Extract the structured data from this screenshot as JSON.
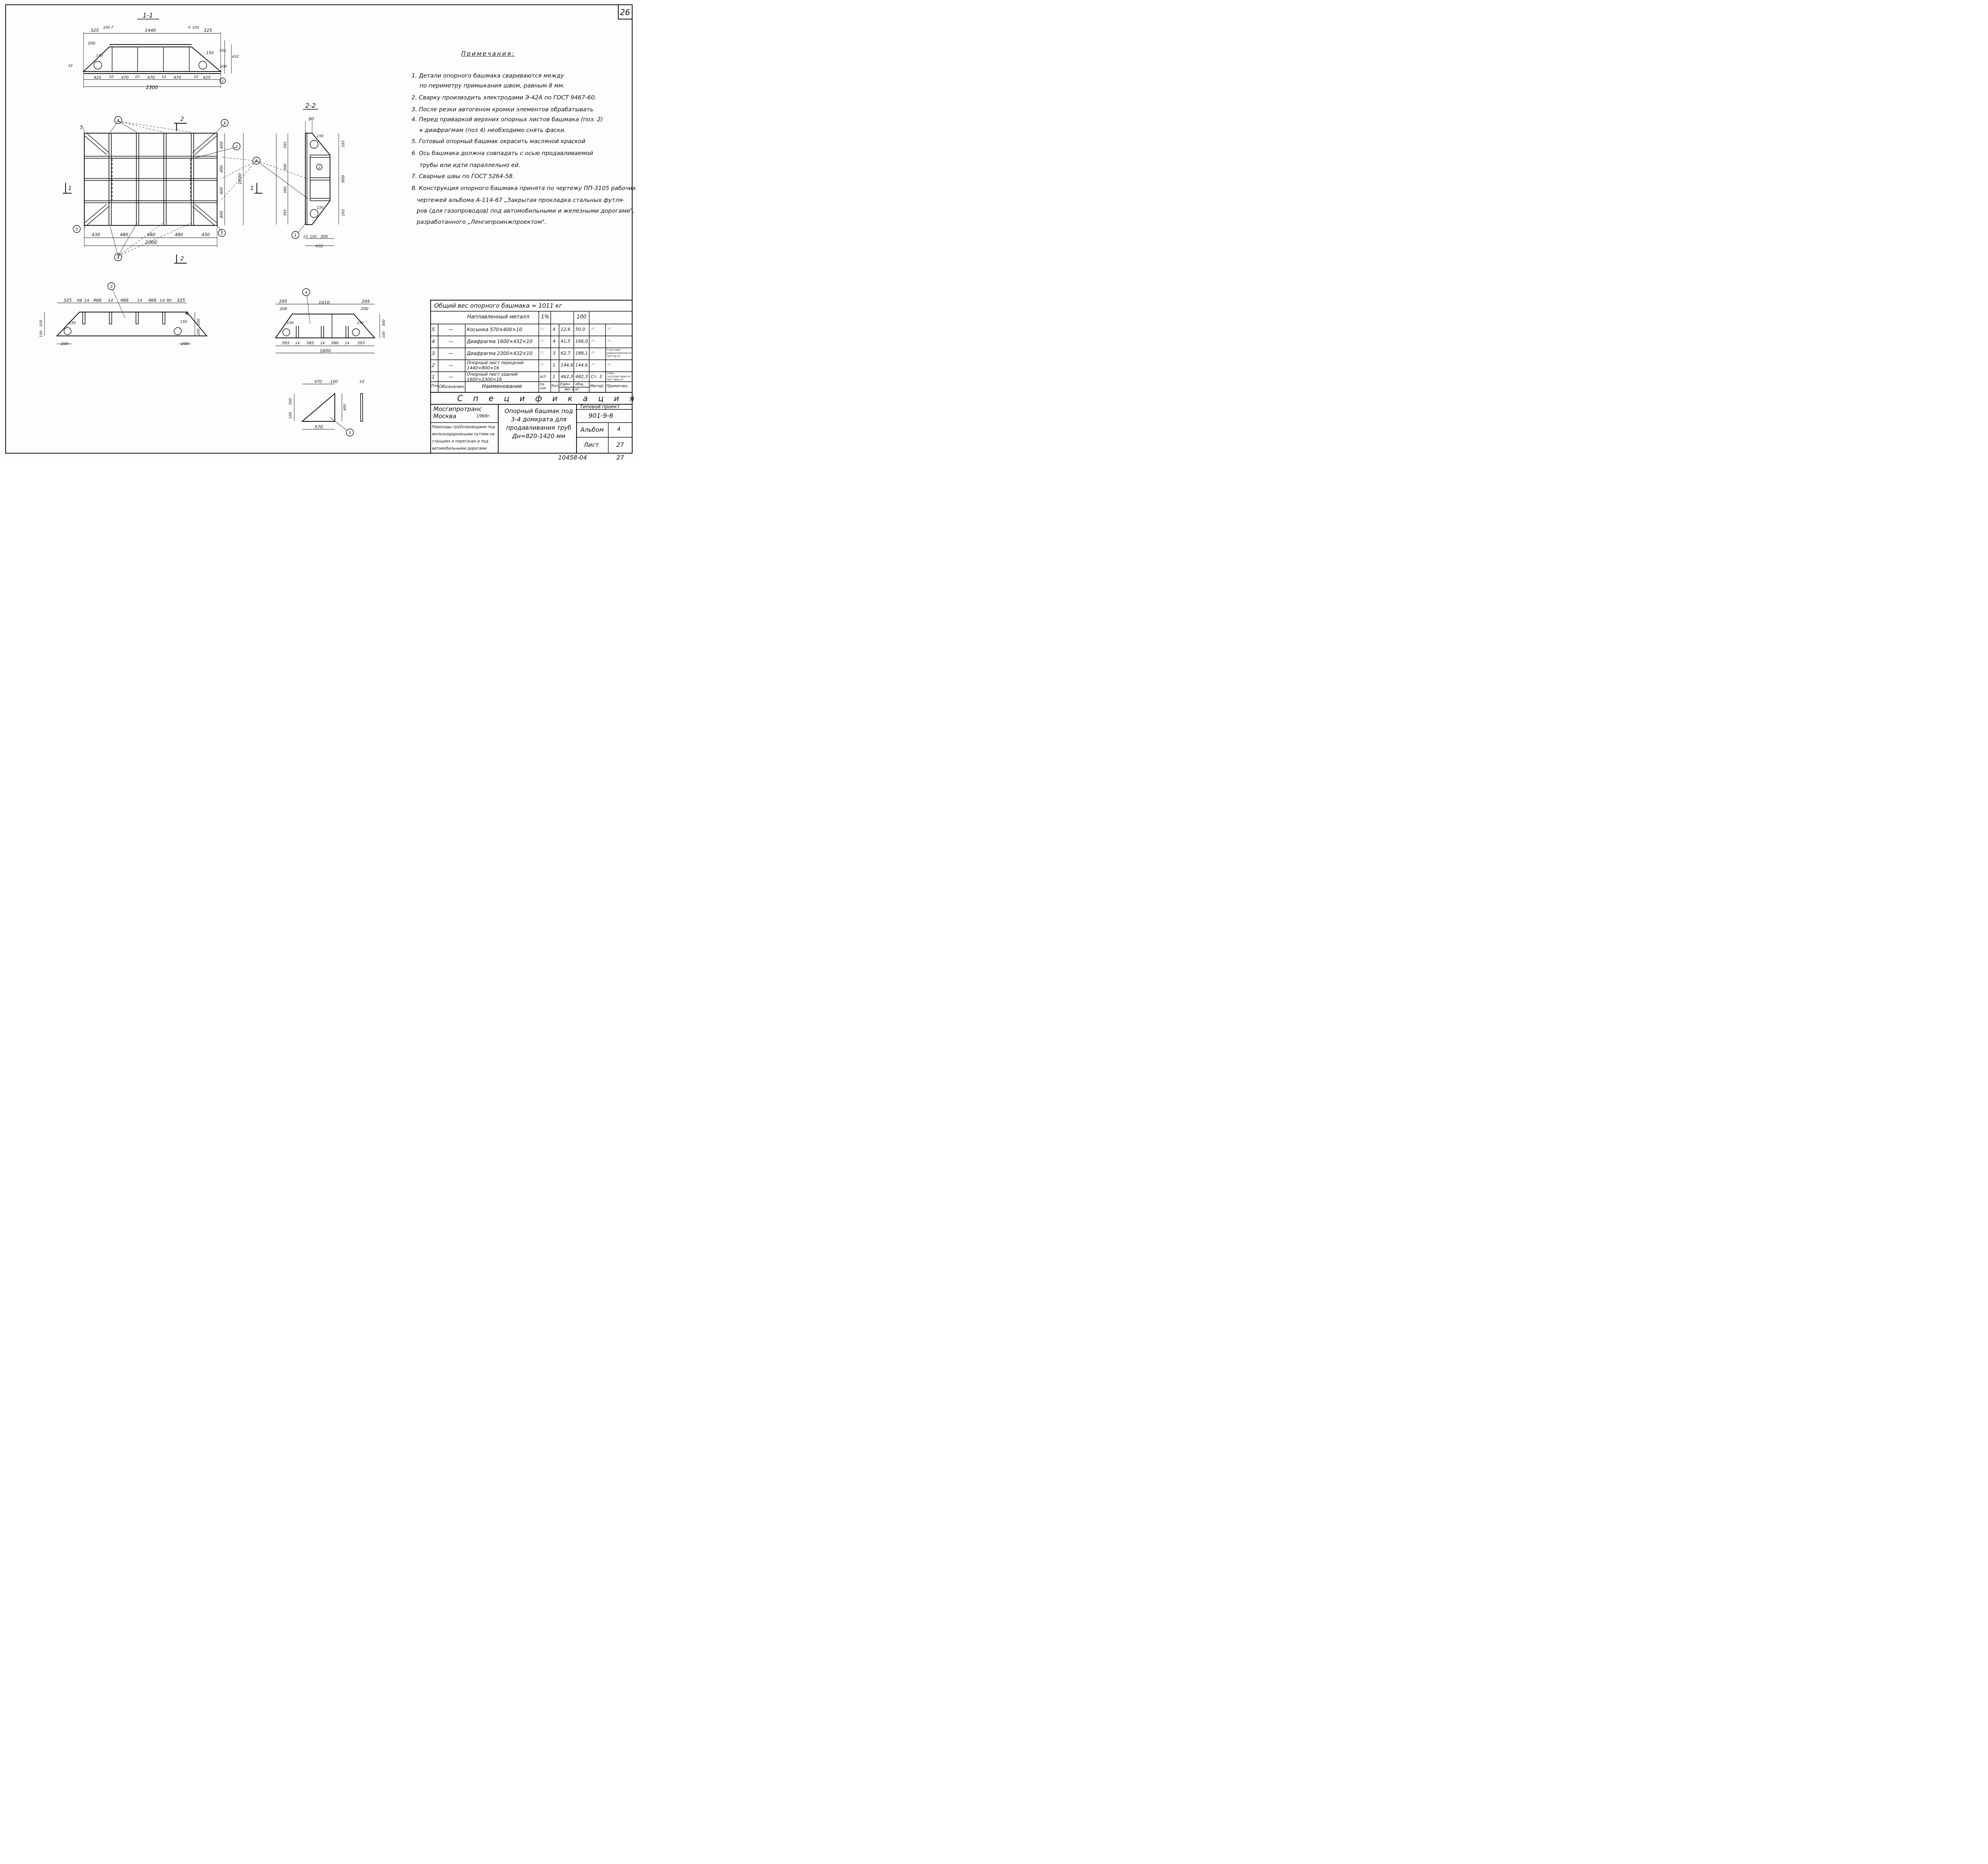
{
  "sheet": {
    "corner_number": "26",
    "bottom_code": "10458-04",
    "bottom_page": "27"
  },
  "views": {
    "section_1_1": {
      "label": "1-1",
      "dims_top": [
        "325",
        "100",
        "7",
        "1440",
        "0",
        "100",
        "325"
      ],
      "dims_bottom": [
        "425",
        "10",
        "470",
        "10",
        "470",
        "10",
        "470",
        "10",
        "425"
      ],
      "total": "2300",
      "side_dims": [
        "20",
        "332",
        "432",
        "100",
        "16"
      ],
      "left_dims": [
        "200",
        "32"
      ],
      "hole": "150",
      "pos": "1"
    },
    "plan": {
      "dims_bottom": [
        "430",
        "480",
        "480",
        "480",
        "430"
      ],
      "total": "2300",
      "right_dims": [
        "400",
        "400",
        "400",
        "400"
      ],
      "height": "1600",
      "section_mark_1": "1",
      "section_mark_2": "2",
      "pos_4": "4",
      "pos_5": "5",
      "pos_2": "2",
      "pos_3": "3"
    },
    "section_2_2": {
      "label": "2-2",
      "top": "90",
      "hole": "150",
      "left_dims": [
        "395",
        "10",
        "390",
        "10",
        "390",
        "10",
        "395"
      ],
      "right_dims": [
        "295",
        "5",
        "100",
        "800",
        "5",
        "295"
      ],
      "bottom_dims": [
        "15",
        "100",
        "300",
        "17"
      ],
      "total": "432",
      "pos_1": "1",
      "pos_2": "2"
    },
    "part_3": {
      "pos": "3",
      "dims_top": [
        "325",
        "98",
        "14",
        "466",
        "14",
        "466",
        "14",
        "466",
        "14",
        "90",
        "325"
      ],
      "hole": "150",
      "left_dims": [
        "320",
        "100"
      ],
      "right_dims": [
        "100",
        "200"
      ],
      "bottom_dims": [
        "200",
        "200"
      ]
    },
    "part_4": {
      "pos": "4",
      "dims_top": [
        "295",
        "1010",
        "295"
      ],
      "left": "200",
      "right": "200",
      "hole": "150",
      "right_dims": [
        "300",
        "100"
      ],
      "bottom_dims": [
        "393",
        "14",
        "385",
        "14",
        "386",
        "14",
        "393"
      ],
      "total": "1600"
    },
    "part_5": {
      "pos": "5",
      "dims_top": [
        "470",
        "100"
      ],
      "thickness": "10",
      "left_dims": [
        "100",
        "300"
      ],
      "right_dim": "400",
      "bottom": "570"
    }
  },
  "notes": {
    "title": "Примечания:",
    "items": [
      "1. Детали опорного башмака свариваются между",
      "по периметру примыкания швом, равным 8 мм.",
      "2. Сварку производить электродами Э-42А по ГОСТ 9467-60.",
      "3. После резки автогеном кромки элементов обрабатывать",
      "4. Перед приваркой верхних опорных листов башмака (поз. 2)",
      "к диафрагмам (поз 4) необходимо снять фаски.",
      "5. Готовый опорный башмак окрасить масляной краской",
      "6. Ось башмака должна совпадать с осью продавливаемой",
      "трубы или идти параллельно ей.",
      "7. Сварные швы по ГОСТ 5264-58.",
      "8. Конструкция опорного башмака принята по чертежу ПП-3105 рабочих",
      "чертежей альбома А-114-67 „Закрытая прокладка стальных футля-",
      "ров (для газопроводов) под автомобильными и железными дорогами\",",
      "разработанного „Ленгипроинжпроектом\"."
    ]
  },
  "spec": {
    "total_weight": "Общий вес опорного башмака ≈ 1011 кг",
    "weld_metal": {
      "label": "Наплавленный металл",
      "pct": "1%",
      "value": "100"
    },
    "rows": [
      {
        "pos": "5",
        "desig": "—",
        "name": "Косынка 570×400×10",
        "unit": "-\"-",
        "qty": "4",
        "unit_w": "12,6",
        "total_w": "50,0",
        "mat": "-\"-",
        "note": "-\"-"
      },
      {
        "pos": "4",
        "desig": "—",
        "name": "Диафрагма 1600×432×10",
        "unit": "-\"-",
        "qty": "4",
        "unit_w": "41,5",
        "total_w": "166,0",
        "mat": "-\"-",
        "note": "-\"-"
      },
      {
        "pos": "3",
        "desig": "—",
        "name": "Диафрагма 2300×432×10",
        "unit": "-\"-",
        "qty": "3",
        "unit_w": "62,7",
        "total_w": "188,1",
        "mat": "-\"-",
        "note": "Сталь прок. широкополосная по ГОСТ 82-57"
      },
      {
        "pos": "2",
        "desig": "—",
        "name": "Опорный лист передний 1440×800×16",
        "unit": "-\"-",
        "qty": "1",
        "unit_w": "144,6",
        "total_w": "144,6",
        "mat": "-\"-",
        "note": "-\"-"
      },
      {
        "pos": "1",
        "desig": "—",
        "name": "Опорный лист задний 1600×2300×16",
        "unit": "шт.",
        "qty": "1",
        "unit_w": "462,3",
        "total_w": "462,3",
        "mat": "Ст. 3",
        "note": "Сталь толстолистовая по ГОСТ 5681-57"
      }
    ],
    "header": {
      "pos": "Поз",
      "desig": "Обозначен.",
      "name": "Наименование",
      "unit": "Ед. изм",
      "qty": "Кол",
      "unit_w": "Един",
      "total_w": "общ.",
      "weight_kg": "вес в кг",
      "mat": "Матер.",
      "note": "Примечан."
    },
    "title": "Спецификация"
  },
  "title_block": {
    "org": "Мосгипротранс",
    "city": "Москва",
    "year": "1969г.",
    "series": "Переходы трубопроводами под железнодорожными путями на станциях и перегонах и под автомобильными дорогами",
    "name": "Опорный башмак под 3-4 домкрата для продавливания труб Дн=820-1420 мм",
    "project_label": "Типовой проект",
    "project_no": "901-9-6",
    "album_label": "Альбом",
    "album_no": "4",
    "sheet_label": "Лист",
    "sheet_no": "27"
  }
}
